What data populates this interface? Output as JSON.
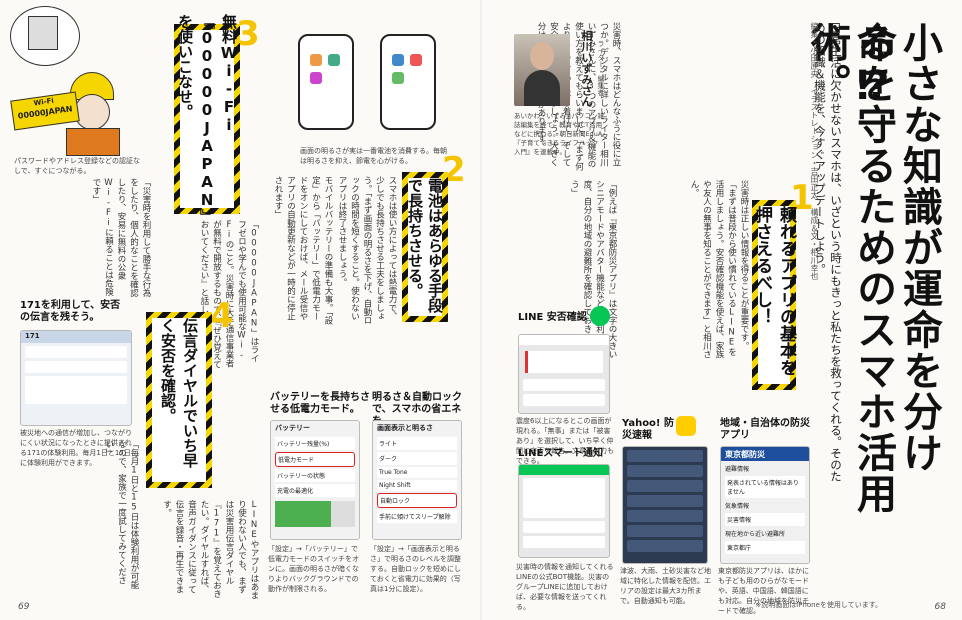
{
  "title_line1": "小さな知識が運命を分ける⁉",
  "title_line2": "命を守るためのスマホ活用術。",
  "lead": "日常生活に欠かせないスマホは、いざという時にもきっと私たちを救ってくれる。そのための知識＆機能を、今すぐアップデートしよう。",
  "credit": "編集・小田原央 イラストレーション・吉田正太 構成＆文・相川幸也",
  "sections": [
    {
      "num": "1",
      "heading": "頼れるアプリの基本を押さえるべし！"
    },
    {
      "num": "2",
      "heading": "電池はあらゆる手段で長持ちさせる。"
    },
    {
      "num": "3",
      "heading": "無料Wi-Fi『00000JAPAN』を使いこなせ。"
    },
    {
      "num": "4",
      "heading": "伝言ダイヤルでいち早く安否を確認。"
    }
  ],
  "body": {
    "intro": "災害時、スマホはどんなふうに役に立つか。デジタルに詳しいライター相川いずみさんに、3つのアプリ＆機能の使い方を教えてもらいました。「まず何よりもまず、心を落ち着けて、そして安全な場所に移動しましょう。大きく分けると3つの手段があります。",
    "s1": "災害時は正しい情報を得ることが重要です。「まずは普段から使い慣れているLINEを活用しましょう。安否確認機能を使えば、家族や友人の無事を知ることができます」と相川さん。",
    "s1b": "「例えば『東京都防災アプリ』は文字の大きいシニアモードやアバター機能などが便利。一度、自分の地域の避難所を確認しておきましょう」",
    "s2": "スマホは使い方によっては熱電力で、少しでも長持ちさせる工夫をしましょう。「まず画面の明るさを下げ、自動ロックの時間を短くすること。使わないアプリは終了させましょう。",
    "s2b": "モバイルバッテリーの準備も大事。「設定」から「バッテリー」で低電力モードをオンにしておけば、メール受信やアプリの自動更新などが一時的に停止されます」",
    "s3": "「00000JAPAN」はライフゼロや学んでも使用可能なWi-Fiのこと。災害時に大手通信事業者が無料で開放するもので、『ぜひ覚えておいてください』と話します。",
    "s3b": "「災害時を利用して勝手な行為をしたり、個人的なことを確認したり、安易に無料の公衆Wi-Fiに頼ることは危険です」",
    "s4": "LINEやアプリはあまり使わない人でも、まずは災害用伝言ダイヤル『171』を覚えておきたい。ダイヤルすれば、音声ガイダンスに従って伝言を録音・再生できます。",
    "s4b": "「毎月1日と15日は体験利用が可能なので、家族で一度試してみてください」"
  },
  "profile": {
    "name": "相川いずみさん",
    "role": "ライター・編集者",
    "bio": "あいかわ・いずみ※パソコン雑誌編集を経て、教育やICT活用などに携わる。朝日新聞EduA『子育てできるライフハック入門』を連載中。"
  },
  "illus_caption_wifi": "パスワードやアドレス登録などの認証なしで、すぐにつながる。",
  "wifi_sign": {
    "line1": "Wi-Fi",
    "line2": "00000JAPAN"
  },
  "phones_caption": "画面の明るさが実は一番電池を消費する。毎朝は明るさを抑え、節電を心がける。",
  "apps": {
    "line_title": "LINE 安否確認",
    "line_caption": "震度6以上になるとこの画面が現れる。「無事」または「被害あり」を選択して、いち早く仲間に安否を報告。文章の入力もできる。",
    "line_notice_title": "LINEスマート通知",
    "line_notice_caption": "災害時の情報を通知してくれるLINEの公式BOT機能。災害のグループLINEに追加しておけば、必要な情報を送ってくれる。",
    "yahoo_title": "Yahoo! 防災速報",
    "yahoo_caption": "津波、大雨、土砂災害など地域に特化した情報を配信。エリアの設定は最大3カ所まで。自動通知も可能。",
    "tokyo_title": "地域・自治体の防災アプリ",
    "tokyo_header": "東京都防災",
    "tokyo_caption": "東京都防災アプリは、ほかにも子ども用のひらがなモードや、英語、中国語、韓国語にも対応。自分の地域を防災モードで確認。",
    "tokyo_items": [
      "避難情報",
      "発表されている情報はありません",
      "気象情報",
      "災害情報",
      "現在地から近い避難所",
      "東京都庁"
    ]
  },
  "battery": {
    "title": "バッテリーを長持ちさせる低電力モード。",
    "caption": "「設定」→「バッテリー」で低電力モードのスイッチをオンに。画面の明るさが暗くなりよりバックグラウンドでの動作が制限される。",
    "screen_title": "バッテリー",
    "rows": [
      "バッテリー残量(%)",
      "低電力モード",
      "バッテリーの状態",
      "充電の最適化"
    ]
  },
  "brightness": {
    "title": "明るさ＆自動ロックで、スマホの省エネを。",
    "caption": "「設定」→「画面表示と明るさ」で明るさのレベルを調整する。自動ロックを短めにしておくと省電力に効果的（写真は1分に設定）。",
    "screen_title": "画面表示と明るさ",
    "rows": [
      "ライト",
      "ダーク",
      "True Tone",
      "Night Shift",
      "自動ロック",
      "手前に傾けてスリープ解除"
    ]
  },
  "dial": {
    "title": "171を利用して、安否の伝言を残そう。",
    "caption": "被災地への通信が増加し、つながりにくい状況になったときに提供される171の体験利用。毎月1日と15日に体験利用ができます。",
    "label": "171"
  },
  "page_left": "69",
  "page_right": "68",
  "footnote": "※説明画面はiPhoneを使用しています。"
}
